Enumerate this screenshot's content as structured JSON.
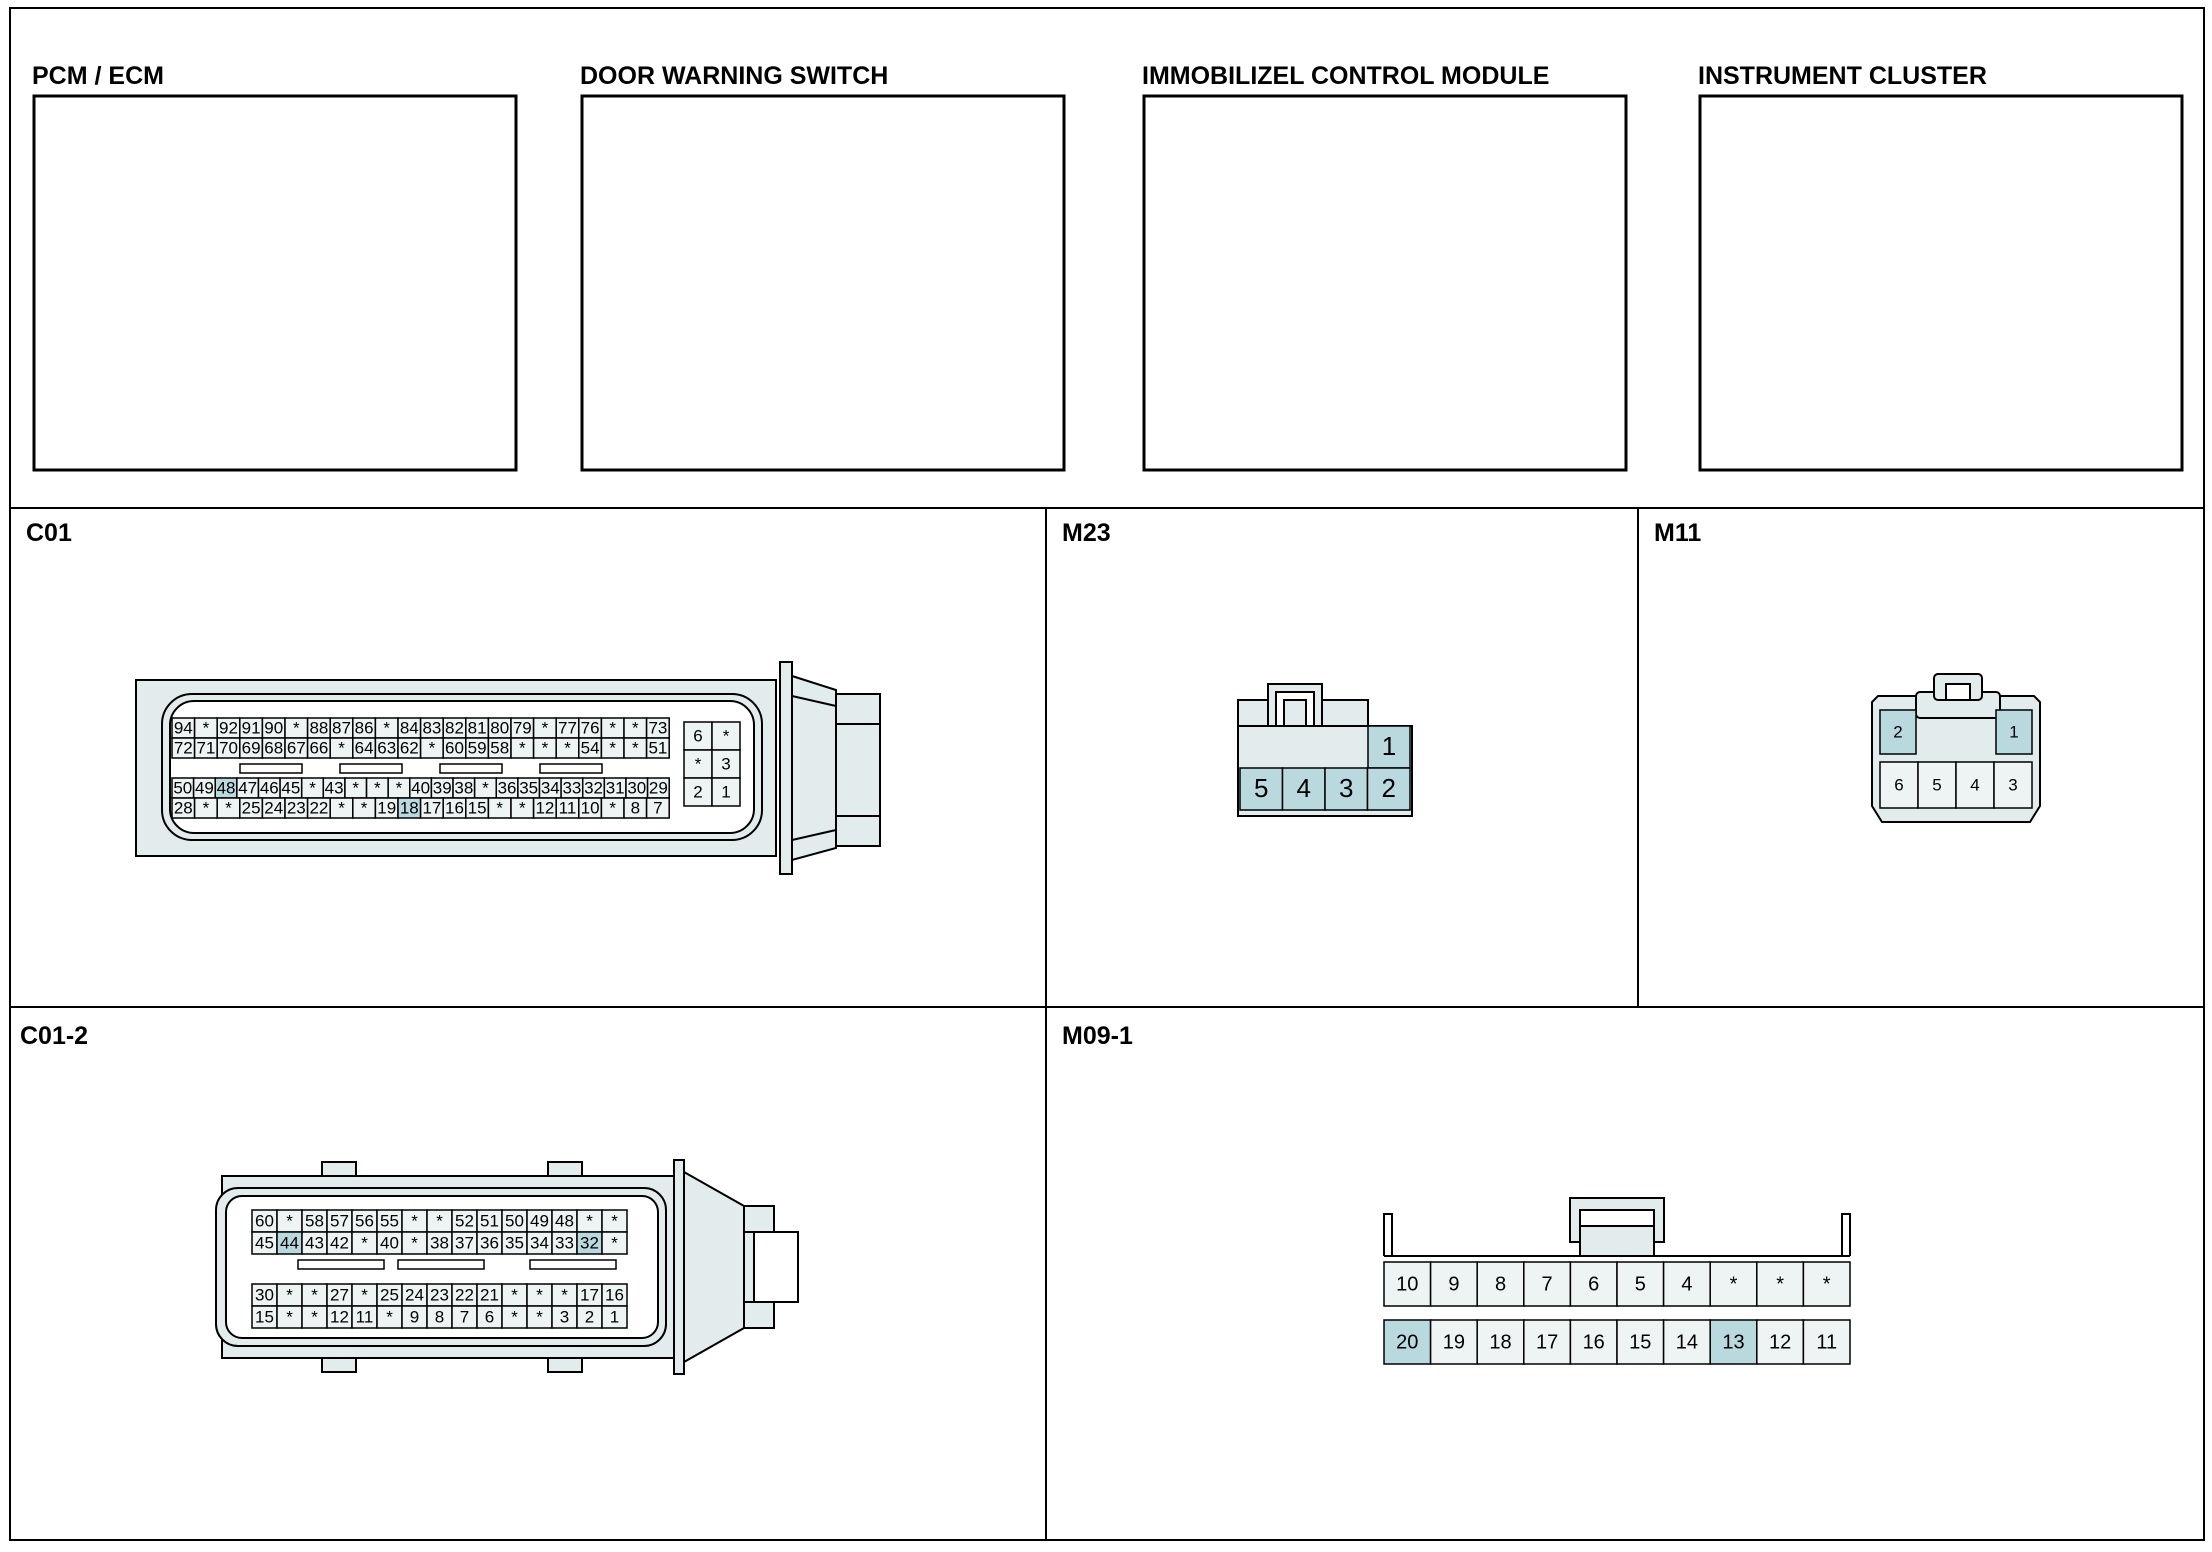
{
  "top_boxes": [
    {
      "title": "PCM / ECM"
    },
    {
      "title": "DOOR WARNING SWITCH"
    },
    {
      "title": "IMMOBILIZEL CONTROL MODULE"
    },
    {
      "title": "INSTRUMENT CLUSTER"
    }
  ],
  "colors": {
    "pin_fill": "#eef3f4",
    "pin_highlight": "#b9d9df",
    "body_fill": "#e2eced",
    "line": "#000000"
  },
  "connectors": {
    "c01": {
      "label": "C01",
      "rows": [
        [
          "94",
          "*",
          "92",
          "91",
          "90",
          "*",
          "88",
          "87",
          "86",
          "*",
          "84",
          "83",
          "82",
          "81",
          "80",
          "79",
          "*",
          "77",
          "76",
          "*",
          "*",
          "73"
        ],
        [
          "72",
          "71",
          "70",
          "69",
          "68",
          "67",
          "66",
          "*",
          "64",
          "63",
          "62",
          "*",
          "60",
          "59",
          "58",
          "*",
          "*",
          "*",
          "54",
          "*",
          "*",
          "51"
        ],
        [
          "50",
          "49",
          "48",
          "47",
          "46",
          "45",
          "*",
          "43",
          "*",
          "*",
          "*",
          "40",
          "39",
          "38",
          "*",
          "36",
          "35",
          "34",
          "33",
          "32",
          "31",
          "30",
          "29"
        ],
        [
          "28",
          "*",
          "*",
          "25",
          "24",
          "23",
          "22",
          "*",
          "*",
          "19",
          "18",
          "17",
          "16",
          "15",
          "*",
          "*",
          "12",
          "11",
          "10",
          "*",
          "8",
          "7"
        ]
      ],
      "side": [
        [
          "6",
          "*"
        ],
        [
          "*",
          "3"
        ],
        [
          "2",
          "1"
        ]
      ],
      "highlighted": [
        "48",
        "18"
      ]
    },
    "m23": {
      "label": "M23",
      "top": [
        "1"
      ],
      "bottom": [
        "5",
        "4",
        "3",
        "2"
      ],
      "highlighted": [
        "5",
        "4",
        "3",
        "2",
        "1"
      ]
    },
    "m11": {
      "label": "M11",
      "top": [
        "2",
        "1"
      ],
      "bottom": [
        "6",
        "5",
        "4",
        "3"
      ],
      "highlighted": [
        "2",
        "1"
      ]
    },
    "c012": {
      "label": "C01-2",
      "rows": [
        [
          "60",
          "*",
          "58",
          "57",
          "56",
          "55",
          "*",
          "*",
          "52",
          "51",
          "50",
          "49",
          "48",
          "*",
          "*"
        ],
        [
          "45",
          "44",
          "43",
          "42",
          "*",
          "40",
          "*",
          "38",
          "37",
          "36",
          "35",
          "34",
          "33",
          "32",
          "*"
        ],
        [
          "30",
          "*",
          "*",
          "27",
          "*",
          "25",
          "24",
          "23",
          "22",
          "21",
          "*",
          "*",
          "*",
          "17",
          "16"
        ],
        [
          "15",
          "*",
          "*",
          "12",
          "11",
          "*",
          "9",
          "8",
          "7",
          "6",
          "*",
          "*",
          "3",
          "2",
          "1"
        ]
      ],
      "highlighted": [
        "44",
        "32"
      ]
    },
    "m091": {
      "label": "M09-1",
      "rows": [
        [
          "10",
          "9",
          "8",
          "7",
          "6",
          "5",
          "4",
          "*",
          "*",
          "*"
        ],
        [
          "20",
          "19",
          "18",
          "17",
          "16",
          "15",
          "14",
          "13",
          "12",
          "11"
        ]
      ],
      "highlighted": [
        "20",
        "13"
      ]
    }
  }
}
